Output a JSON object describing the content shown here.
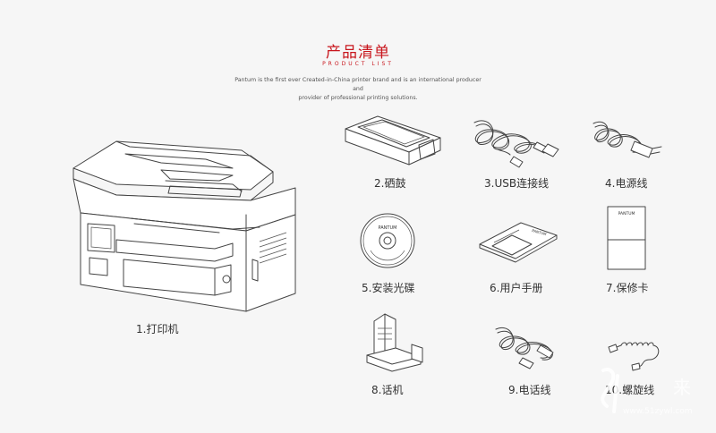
{
  "header": {
    "title": "产品清单",
    "subtitle": "PRODUCT LIST",
    "intro_line1": "Pantum is the first ever Created-in-China printer brand and is an international producer and",
    "intro_line2": "provider of professional printing solutions."
  },
  "items": [
    {
      "label": "1.打印机",
      "icon": "printer-icon"
    },
    {
      "label": "2.硒鼓",
      "icon": "toner-cartridge-icon"
    },
    {
      "label": "3.USB连接线",
      "icon": "usb-cable-icon"
    },
    {
      "label": "4.电源线",
      "icon": "power-cord-icon"
    },
    {
      "label": "5.安装光碟",
      "icon": "cd-icon"
    },
    {
      "label": "6.用户手册",
      "icon": "manual-icon"
    },
    {
      "label": "7.保修卡",
      "icon": "warranty-card-icon"
    },
    {
      "label": "8.话机",
      "icon": "telephone-handset-icon"
    },
    {
      "label": "9.电话线",
      "icon": "phone-line-icon"
    },
    {
      "label": "10.螺旋线",
      "icon": "coiled-cord-icon"
    }
  ],
  "cd_brand": "PANTUM",
  "manual_brand": "PANTUM",
  "card_brand": "PANTUM",
  "watermark_text": "www.51zywl.com",
  "watermark_char": "来"
}
